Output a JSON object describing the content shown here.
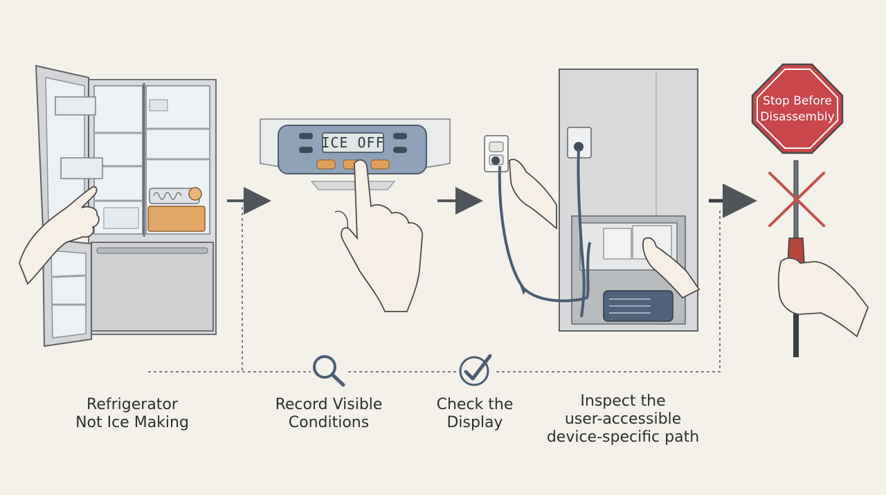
{
  "display": {
    "lcd_text": "ICE OFF"
  },
  "stop_sign": {
    "line1": "Stop Before",
    "line2": "Disassembly"
  },
  "steps": [
    {
      "line1": "Refrigerator",
      "line2": "Not Ice Making"
    },
    {
      "line1": "Record Visible",
      "line2": "Conditions"
    },
    {
      "line1": "Check the",
      "line2": "Display"
    },
    {
      "line1": "Inspect the",
      "line2": "user-accessible",
      "line3": "device-specific path"
    }
  ],
  "icons": [
    "magnifier-icon",
    "check-circle-icon",
    "stop-sign-icon",
    "screwdriver-icon",
    "x-mark-icon"
  ],
  "colors": {
    "stop_red": "#c9464a",
    "panel_blue": "#8fa2b8",
    "button_orange": "#e0a05a",
    "arrow_gray": "#4f5559"
  }
}
